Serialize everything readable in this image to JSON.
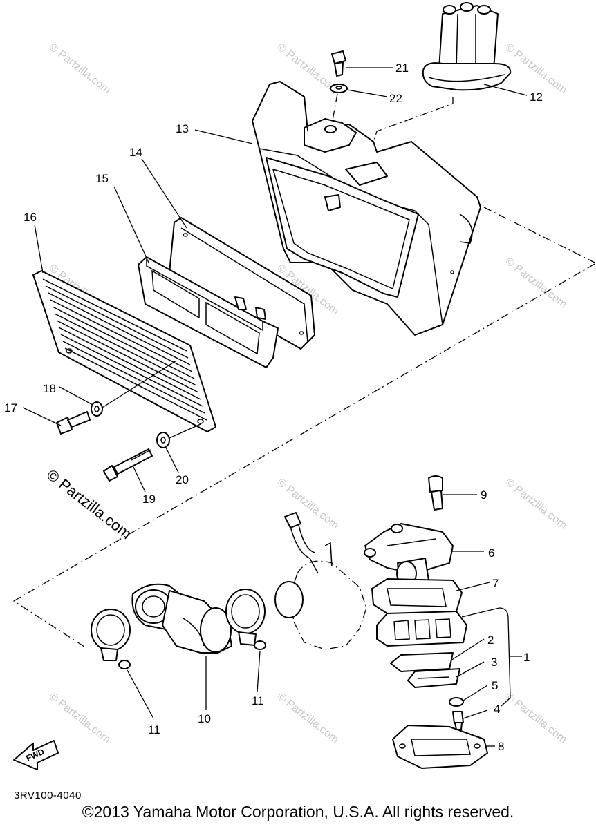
{
  "watermark": {
    "text": "© Partzilla.com",
    "large_text": "© Partzilla.com"
  },
  "callouts": {
    "c1": "1",
    "c2": "2",
    "c3": "3",
    "c4": "4",
    "c5": "5",
    "c6": "6",
    "c7": "7",
    "c8": "8",
    "c9": "9",
    "c10": "10",
    "c11a": "11",
    "c11b": "11",
    "c12": "12",
    "c13": "13",
    "c14": "14",
    "c15": "15",
    "c16": "16",
    "c17": "17",
    "c18": "18",
    "c19": "19",
    "c20": "20",
    "c21": "21",
    "c22": "22"
  },
  "fwd_label": "FWD",
  "part_code": "3RV100-4040",
  "copyright": "©2013 Yamaha Motor Corporation, U.S.A. All rights reserved."
}
